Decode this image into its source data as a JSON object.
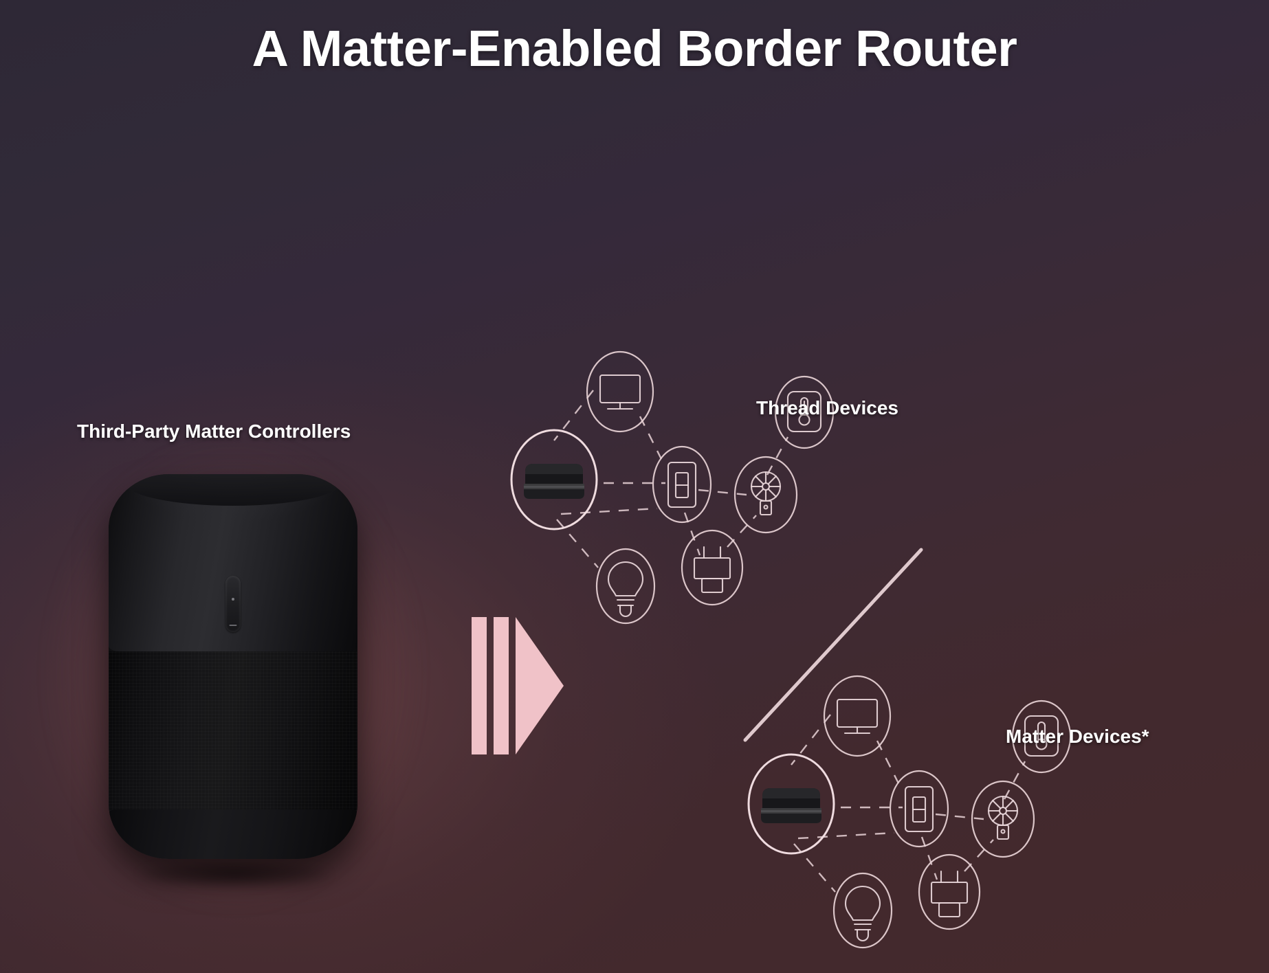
{
  "slide": {
    "title": "A Matter-Enabled Border Router",
    "background_top_color": "#2e2836",
    "background_bottom_color": "#44292c",
    "accent_color": "#f0c2c8",
    "line_color": "#e6d3d7",
    "title_color": "#ffffff"
  },
  "labels": {
    "controllers": "Third-Party Matter Controllers",
    "thread": "Thread Devices",
    "matter": "Matter Devices*"
  },
  "devices": {
    "speaker": {
      "name": "smart-speaker",
      "body_color": "#17171a",
      "mesh_color": "#0f0f11"
    },
    "hub": {
      "name": "border-router-hub",
      "body_color": "#1a1a1c"
    }
  },
  "clusters": [
    {
      "id": "thread",
      "label": "Thread Devices",
      "hub": {
        "icon": "hub-box-icon",
        "label": "Border Router"
      },
      "nodes": [
        {
          "icon": "tv-icon",
          "label": "TV"
        },
        {
          "icon": "light-switch-icon",
          "label": "Light Switch"
        },
        {
          "icon": "thermostat-icon",
          "label": "Thermostat"
        },
        {
          "icon": "ceiling-fan-icon",
          "label": "Fan"
        },
        {
          "icon": "power-plug-icon",
          "label": "Smart Plug"
        },
        {
          "icon": "light-bulb-icon",
          "label": "Light Bulb"
        }
      ]
    },
    {
      "id": "matter",
      "label": "Matter Devices*",
      "hub": {
        "icon": "hub-box-icon",
        "label": "Border Router"
      },
      "nodes": [
        {
          "icon": "tv-icon",
          "label": "TV"
        },
        {
          "icon": "light-switch-icon",
          "label": "Light Switch"
        },
        {
          "icon": "thermostat-icon",
          "label": "Thermostat"
        },
        {
          "icon": "ceiling-fan-icon",
          "label": "Fan"
        },
        {
          "icon": "power-plug-icon",
          "label": "Smart Plug"
        },
        {
          "icon": "light-bulb-icon",
          "label": "Light Bulb"
        }
      ]
    }
  ],
  "decorations": {
    "arrow": {
      "name": "chevron-right-arrow",
      "color": "#f0c2c8"
    },
    "divider": {
      "name": "diagonal-divider-line",
      "color": "#e8d2d6"
    }
  }
}
